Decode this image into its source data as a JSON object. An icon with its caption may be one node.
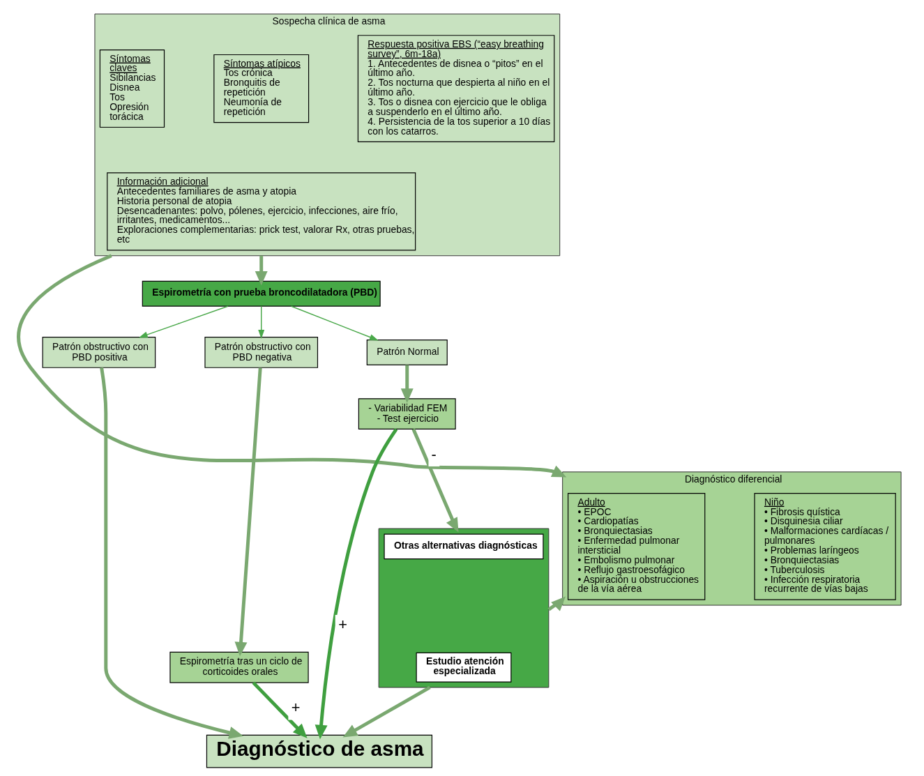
{
  "diagram": {
    "nodes": [
      {
        "text": [
          "Sospecha clínica de asma"
        ]
      },
      {
        "text": [
          "Síntomas claves",
          "Sibilancias",
          "Disnea",
          "Tos",
          "Opresión torácica"
        ],
        "in": 0
      },
      {
        "text": [
          "Síntomas atípicos",
          "Tos crónica",
          "Bronquitis de repetición",
          "Neumonía de repetición"
        ],
        "in": 0
      },
      {
        "text": [
          "Respuesta positiva EBS (“easy breathing survey”, 6m-18a)",
          "1. Antecedentes de disnea o “pitos” en el último año.",
          "2. Tos nocturna que despierta al niño en el último año.",
          "3. Tos o disnea con ejercicio que le obliga a suspenderlo en el último año.",
          "4. Persistencia de la tos superior a 10 días con los catarros."
        ],
        "in": 0
      },
      {
        "text": [
          "Información adicional",
          "Antecedentes familiares de asma y atopia",
          "Historia personal de atopia",
          "Desencadenantes: polvo, pólenes, ejercicio, infecciones, aire frío, irritantes, medicamentos...",
          "Exploraciones complementarias: prick test, valorar Rx, otras pruebas, etc"
        ],
        "in": 0
      },
      {
        "text": [
          "Diagnóstico diferencial"
        ]
      },
      {
        "text": [
          "Adulto",
          "• EPOC",
          "• Cardiopatías",
          "• Bronquiectasias",
          "• Enfermedad pulmonar intersticial",
          "• Embolismo pulmonar",
          "• Reflujo gastroesofágico",
          "• Aspiración u obstrucciones de la vía aérea"
        ],
        "in": 5
      },
      {
        "text": [
          "Niño",
          "• Fibrosis quística",
          "• Disquinesia ciliar",
          "• Malformaciones cardíacas / pulmonares",
          "• Problemas laríngeos",
          "• Bronquiectasias",
          "• Tuberculosis",
          "• Infección respiratoria recurrente de vías bajas"
        ],
        "in": 5
      },
      {
        "text": [
          "Espirometría con prueba broncodilatadora (PBD)"
        ]
      },
      {
        "text": [
          "Patrón obstructivo con PBD positiva"
        ]
      },
      {
        "text": [
          "Patrón obstructivo con PBD negativa"
        ]
      },
      {
        "text": [
          "Patrón Normal"
        ]
      },
      {
        "text": [
          "Espirometría tras un ciclo de corticoides orales"
        ]
      },
      {
        "text": [
          "- Variabilidad FEM",
          "- Test ejercicio"
        ]
      },
      {
        "text": [],
        "shape": "box"
      },
      {
        "text": [
          "Otras alternativas diagnósticas"
        ],
        "in": 14
      },
      {
        "text": [
          "Estudio atención especializada"
        ],
        "in": 14
      },
      {
        "text": [
          "Diagnóstico de asma"
        ]
      }
    ],
    "edges": [
      {
        "from": 0,
        "to": 5,
        "arrow": "to"
      },
      {
        "from": 14,
        "to": 5,
        "arrow": "to"
      },
      {
        "from": 0,
        "to": 8,
        "arrow": "to"
      },
      {
        "from": 8,
        "to": 9,
        "arrow": "to",
        "color": "#4aa84a"
      },
      {
        "from": 8,
        "to": 10,
        "arrow": "to",
        "color": "#4aa84a"
      },
      {
        "from": 8,
        "to": 11,
        "arrow": "to",
        "color": "#4aa84a"
      },
      {
        "from": 9,
        "to": 17,
        "arrow": "to"
      },
      {
        "from": 10,
        "to": 12,
        "arrow": "to"
      },
      {
        "from": 11,
        "to": 13,
        "arrow": "to"
      },
      {
        "from": 12,
        "to": 17,
        "arrow": "to",
        "color": "#3f9f3f",
        "label": "+"
      },
      {
        "from": 13,
        "to": 17,
        "arrow": "to",
        "color": "#3f9f3f",
        "label": "+"
      },
      {
        "from": 13,
        "to": 14,
        "arrow": "to",
        "label": "-"
      },
      {
        "from": 14,
        "to": 17,
        "arrow": "to"
      }
    ]
  }
}
